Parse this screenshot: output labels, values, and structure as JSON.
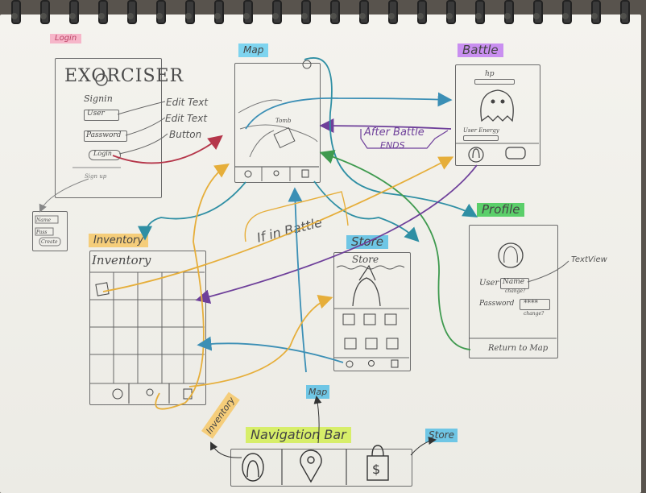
{
  "screens": {
    "login": {
      "tag": "Login",
      "logo": "EXORCISER",
      "signin": "Signin",
      "user_field": "User",
      "password_field": "Password",
      "login_button": "Login",
      "signup": "Sign up"
    },
    "signup": {
      "fields": [
        "Name",
        "Pass",
        "Create"
      ]
    },
    "map": {
      "tag": "Map",
      "town_label": "Tomb"
    },
    "battle": {
      "tag": "Battle",
      "hp_label": "hp",
      "user_energy": "User Energy"
    },
    "profile": {
      "tag": "Profile",
      "user_label": "User",
      "name_box": "Name",
      "change1": "change?",
      "password_label": "Password",
      "password_mask": "****",
      "change2": "change?",
      "return_button": "Return to Map"
    },
    "inventory": {
      "tag": "Inventory",
      "title": "Inventory"
    },
    "store": {
      "tag": "Store",
      "title": "Store"
    },
    "navigation": {
      "tag": "Navigation Bar",
      "map": "Map",
      "inventory": "Inventory",
      "store": "Store"
    }
  },
  "annotations": {
    "edit_text_1": "Edit Text",
    "edit_text_2": "Edit Text",
    "button": "Button",
    "text_view": "TextView",
    "after_battle": "After Battle",
    "ends": "ENDS",
    "if_in_battle": "If in Battle"
  },
  "colors": {
    "blue": "#3b8fb5",
    "yellow": "#e6ae3a",
    "purple": "#6e3f9a",
    "green": "#3f9a4f",
    "teal": "#2f8fa4",
    "red": "#b5364a",
    "pencil": "#5e5e5e",
    "hl_pink": "#f6b6c9",
    "hl_blue": "#7ed4ef",
    "hl_purple": "#c98ff0",
    "hl_green": "#5bcf6a",
    "hl_orange": "#f5cd7a",
    "hl_lime": "#d7ee69",
    "hl_teal": "#6fc6e5"
  },
  "icons": {
    "nav": [
      "helmet-icon",
      "map-pin-icon",
      "shopping-bag-icon"
    ]
  }
}
